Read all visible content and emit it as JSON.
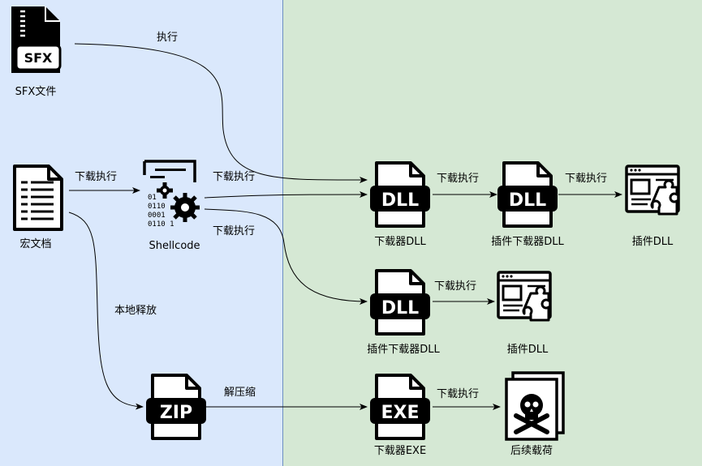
{
  "nodes": {
    "sfx_label": "SFX文件",
    "sfx_badge": "SFX",
    "macro_doc_label": "宏文档",
    "shellcode_label": "Shellcode",
    "shellcode_bits": [
      "01",
      "0110",
      "0001",
      "0110 1"
    ],
    "downloader_dll_label": "下载器DLL",
    "dll_badge": "DLL",
    "plugin_downloader_dll_label_1": "插件下载器DLL",
    "plugin_dll_label_1": "插件DLL",
    "plugin_downloader_dll_label_2": "插件下载器DLL",
    "plugin_dll_label_2": "插件DLL",
    "zip_label": "",
    "zip_badge": "ZIP",
    "downloader_exe_label": "下载器EXE",
    "exe_badge": "EXE",
    "payload_label": "后续载荷"
  },
  "edges": {
    "sfx_to_dll": "执行",
    "doc_to_shellcode": "下载执行",
    "shellcode_to_dll": "下载执行",
    "shellcode_to_plugin_dl": "下载执行",
    "doc_to_zip": "本地释放",
    "dll_to_plugin_dl": "下载执行",
    "plugin_dl_to_plugin": "下载执行",
    "plugin_dl2_to_plugin2": "下载执行",
    "zip_to_exe": "解压缩",
    "exe_to_payload": "下载执行"
  },
  "colors": {
    "left_zone": "#dae8fc",
    "right_zone": "#d5e8d4",
    "divider": "#6c8ebf",
    "icon": "#000000"
  }
}
